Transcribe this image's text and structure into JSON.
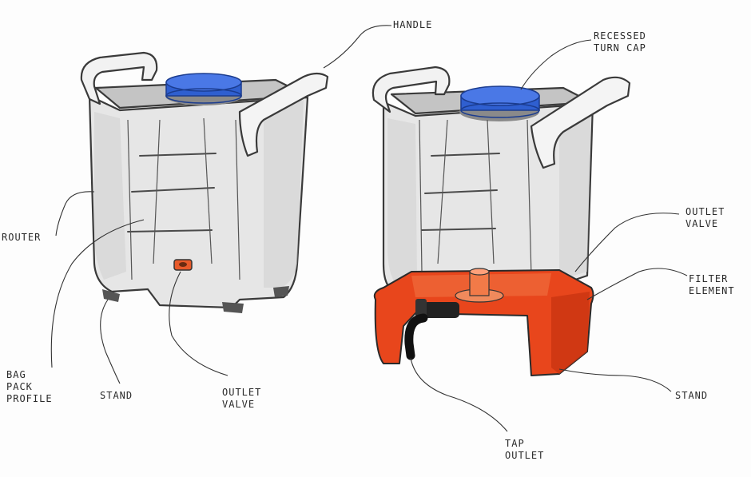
{
  "labels": {
    "handle": "HANDLE",
    "recessed_turn_cap": "RECESSED\nTURN CAP",
    "router": "ROUTER",
    "bag_pack_profile": "BAG\nPACK\nPROFILE",
    "stand_left": "STAND",
    "outlet_valve_left": "OUTLET\nVALVE",
    "outlet_valve_right": "OUTLET\nVALVE",
    "filter_element": "FILTER\nELEMENT",
    "stand_right": "STAND",
    "tap_outlet": "TAP\nOUTLET"
  },
  "colors": {
    "cap_blue": "#2f5fd0",
    "stand_orange": "#e8461c",
    "body_gray": "#e4e4e4",
    "ink": "#333333"
  }
}
